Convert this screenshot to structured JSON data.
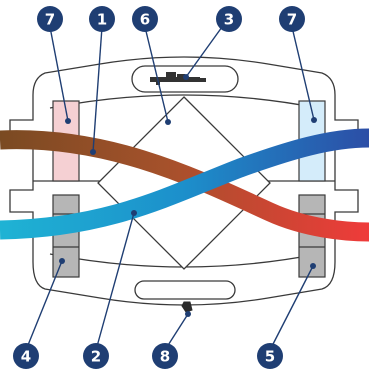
{
  "colors": {
    "badge": "#1f3e73",
    "outline": "#3a3a3a",
    "housing_fill": "#ffffff",
    "filter_pink": "#f5d0d3",
    "filter_blue": "#d4ecfa",
    "damper_gray": "#b6b6b6",
    "extract_start": "#7a4a22",
    "extract_end": "#ef3b3a",
    "supply_start": "#1fb3d4",
    "supply_end": "#2c4ea6"
  },
  "callouts": [
    {
      "id": "1",
      "label": "1"
    },
    {
      "id": "2",
      "label": "2"
    },
    {
      "id": "3",
      "label": "3"
    },
    {
      "id": "4",
      "label": "4"
    },
    {
      "id": "5",
      "label": "5"
    },
    {
      "id": "6",
      "label": "6"
    },
    {
      "id": "7a",
      "label": "7"
    },
    {
      "id": "7b",
      "label": "7"
    },
    {
      "id": "8",
      "label": "8"
    }
  ]
}
